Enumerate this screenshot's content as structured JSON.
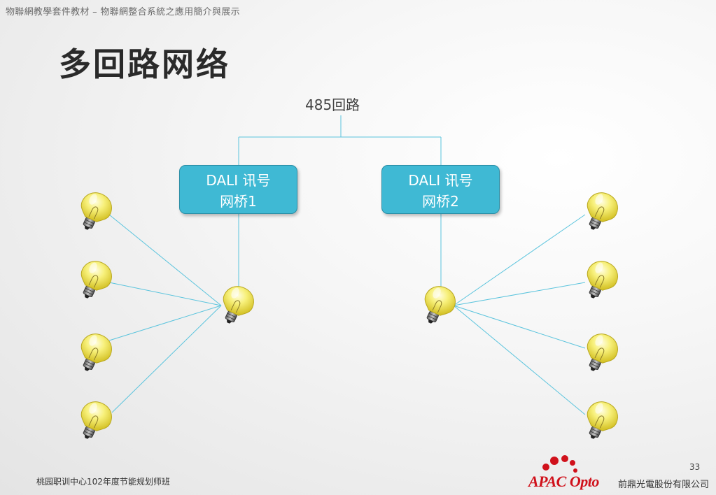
{
  "header": {
    "text": "物聯網教學套件教材 – 物聯網整合系統之應用簡介與展示"
  },
  "title": "多回路网络",
  "diagram": {
    "bus_label": "485回路",
    "bridges": [
      {
        "line1": "DALI 讯号",
        "line2": "网桥1"
      },
      {
        "line1": "DALI 讯号",
        "line2": "网桥2"
      }
    ],
    "line_color": "#5bc4dd",
    "bulb_color": "#f3ea5c"
  },
  "footer": {
    "left_text": "桃园职训中心102年度节能规划师班",
    "page_number": "33",
    "logo_text": "APAC Opto",
    "company": "前鼎光電股份有限公司"
  }
}
